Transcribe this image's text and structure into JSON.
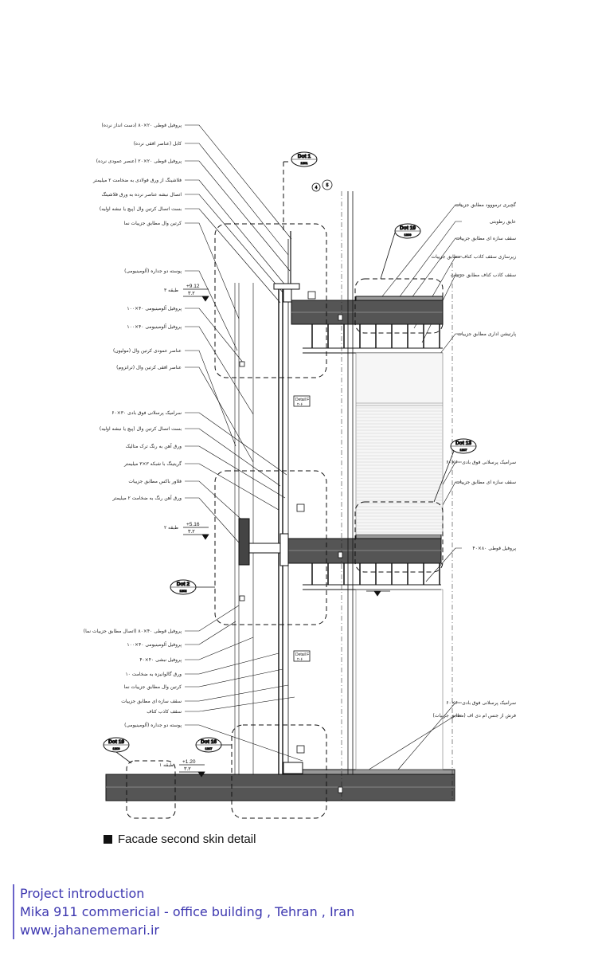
{
  "caption": "Facade second skin detail",
  "footer": {
    "line1": "Project introduction",
    "line2": "Mika 911 commericial - office building , Tehran , Iran",
    "line3": "www.jahanememari.ir"
  },
  "callouts": {
    "dot1": {
      "label": "Dot 1",
      "sub": "1201"
    },
    "dot19a": {
      "label": "Dot 19",
      "sub": "1209"
    },
    "dot13": {
      "label": "Dot 13",
      "sub": "1207"
    },
    "dot2": {
      "label": "Dot 2",
      "sub": "1202"
    },
    "dot16": {
      "label": "Dot 16",
      "sub": "1207"
    },
    "dot19b": {
      "label": "Dot 19",
      "sub": "1209"
    }
  },
  "grid_markers": [
    "4",
    "5"
  ],
  "elevations": {
    "e1": "+9.12",
    "e1b": "۳.۲",
    "e1_floor": "طبقه ۳",
    "e2": "+5.16",
    "e2b": "۳.۲",
    "e2_floor": "طبقه ۲",
    "e3": "+1.20",
    "e3b": "۳.۲",
    "e3_floor": "طبقه ۱"
  },
  "left_labels": [
    "پروفیل قوطی ۲۰×۸۰ (دست انداز نرده)",
    "کابل (عناصر افقی نرده)",
    "پروفیل قوطی ۲۰×۲۰ (عنصر عمودی نرده)",
    "فلاشینگ از ورق فولادی به ضخامت ۲ میلیمتر",
    "اتصال نبشه عناصر نرده به ورق فلاشینگ",
    "بست اتصال کرتین وال (پیچ یا نبشه اولیه)",
    "کرتین وال مطابق جزییات نما",
    "پوسته دو جداره (آلومینیومی)",
    "پروفیل آلومینیومی ۴۰×۱۰۰",
    "پروفیل آلومینیومی ۴۰×۱۰۰",
    "عناصر عمودی کرتین وال (مولیون)",
    "عناصر افقی کرتین وال (ترانزوم)",
    "سرامیک پرسلانی فوق بادی ۳۰×۶۰",
    "بست اتصال کرتین وال (پیچ یا نبشه اولیه)",
    "ورق آهن به رنگ ترک متالیک",
    "گریتینگ با شبکه ۳×۳ میلیمتر",
    "فلاور باکس مطابق جزییات",
    "ورق آهن رنگ به ضخامت ۲ میلیمتر",
    "پروفیل قوطی ۴۰×۸۰ (اتصال مطابق جزییات نما)",
    "پروفیل آلومینیومی ۴۰×۱۰۰",
    "پروفیل نبشی ۴۰×۴۰",
    "ورق گالوانیزه به ضخامت ۱۰",
    "کرتین وال مطابق جزییات نما",
    "سقف سازه ای مطابق جزییات",
    "سقف کاذب کناف",
    "پوسته دو جداره (آلومینیومی)"
  ],
  "right_labels": [
    "گچبری ترمووود مطابق جزییات",
    "عایق رطوبتی",
    "سقف سازه ای مطابق جزییات",
    "زیرسازی سقف کاذب کناف مطابق جزییات",
    "سقف کاذب کناف مطابق جزییات",
    "پارتیشن اداری مطابق جزییات",
    "سرامیک پرسلانی فوق بادی ۶۰×۶۰",
    "سقف سازه ای مطابق جزییات",
    "پروفیل قوطی ۸۰×۴۰",
    "سرامیک پرسلانی فوق بادی ۶۰×۶۰",
    "فرش از جنس ام دی اف (مطابق جزییات)"
  ],
  "section_tags": [
    "Detail F",
    "Detail F"
  ]
}
